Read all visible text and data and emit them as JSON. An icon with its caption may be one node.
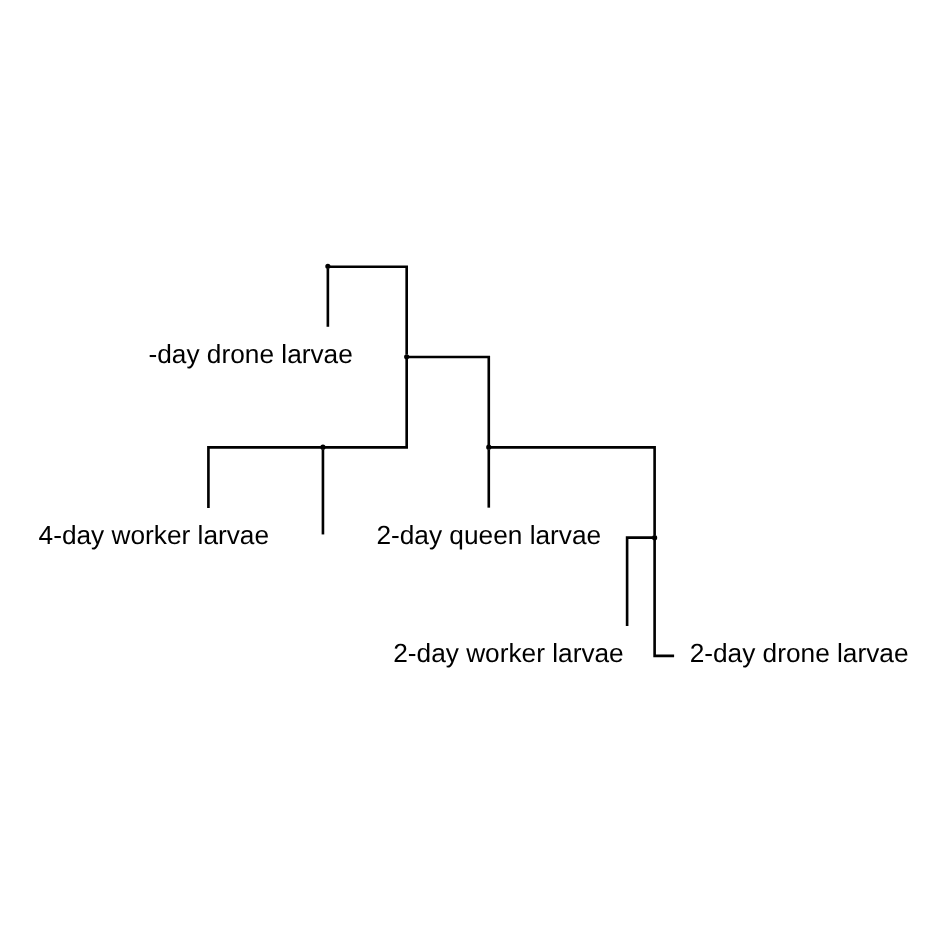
{
  "diagram": {
    "nodes": [
      {
        "text": [],
        "shape": "point"
      },
      {
        "text": [
          "-day drone larvae"
        ]
      },
      {
        "text": [],
        "shape": "point"
      },
      {
        "text": [],
        "shape": "point"
      },
      {
        "text": [
          "4-day worker larvae"
        ]
      },
      {
        "text": [],
        "shape": "point"
      },
      {
        "text": [
          "2-day queen larvae"
        ]
      },
      {
        "text": [],
        "shape": "point"
      },
      {
        "text": [
          "2-day worker larvae"
        ]
      },
      {
        "text": [
          "2-day drone larvae"
        ]
      }
    ],
    "edges": [
      {
        "from": 0,
        "to": 1,
        "arrow": "none"
      },
      {
        "from": 0,
        "to": 2,
        "arrow": "none"
      },
      {
        "from": 2,
        "to": 5,
        "arrow": "none"
      },
      {
        "from": 2,
        "to": 3,
        "arrow": "none"
      },
      {
        "from": 3,
        "to": 4,
        "arrow": "none"
      },
      {
        "from": 3,
        "to": null,
        "arrow": "none"
      },
      {
        "from": 5,
        "to": 6,
        "arrow": "none"
      },
      {
        "from": 5,
        "to": 7,
        "arrow": "none"
      },
      {
        "from": 7,
        "to": 8,
        "arrow": "none"
      },
      {
        "from": 7,
        "to": 9,
        "arrow": "none"
      }
    ]
  }
}
